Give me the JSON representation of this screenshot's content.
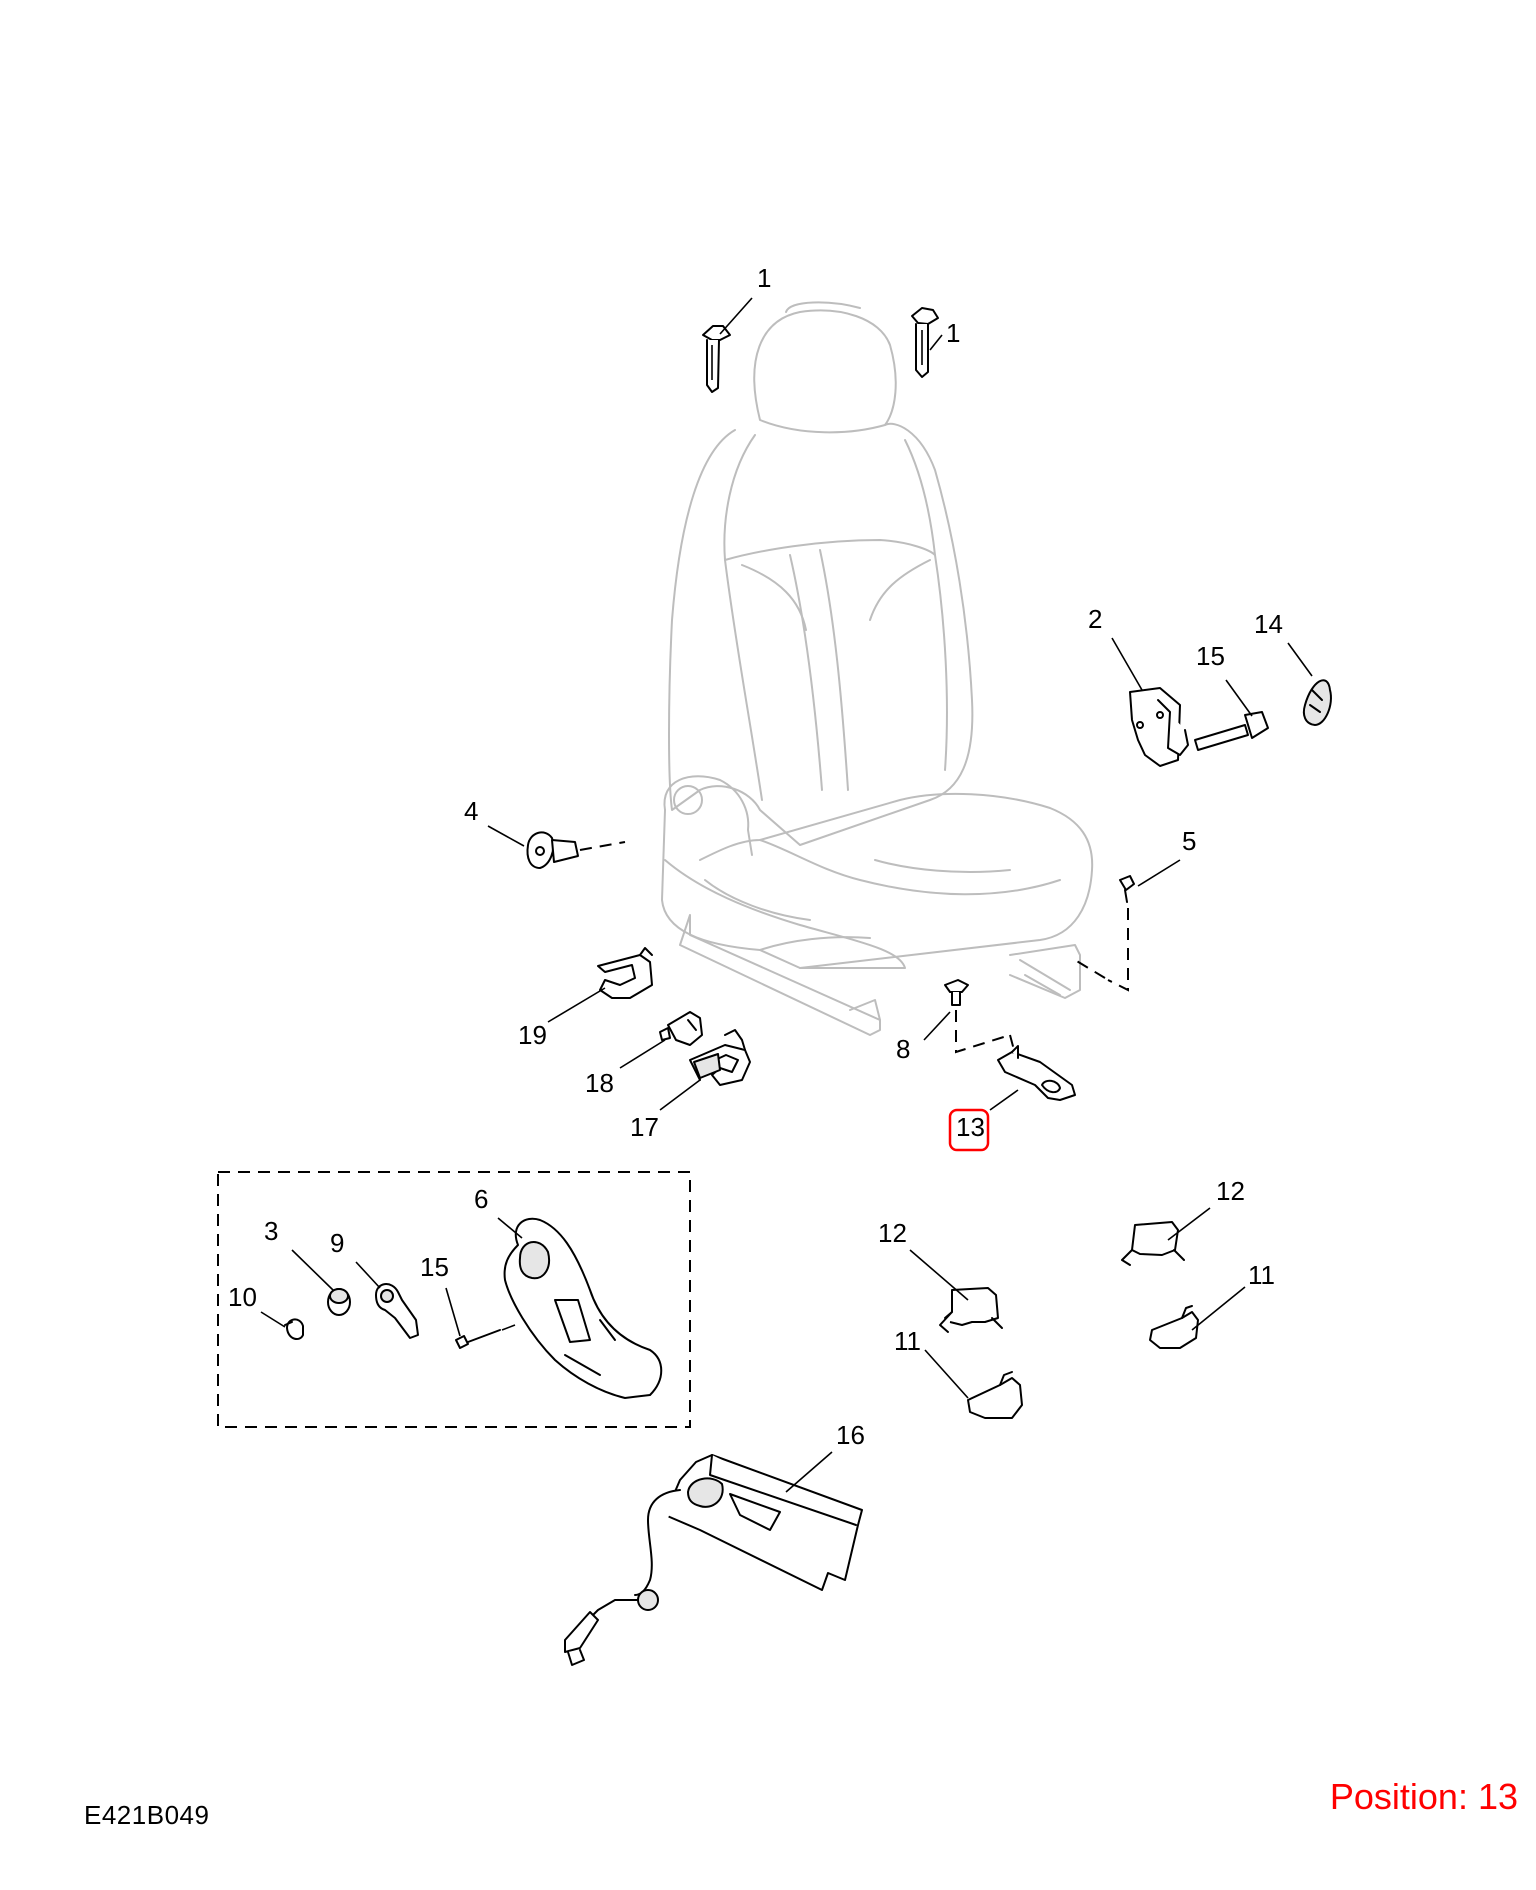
{
  "callouts": {
    "c1a": "1",
    "c1b": "1",
    "c2": "2",
    "c3": "3",
    "c4": "4",
    "c5": "5",
    "c6": "6",
    "c8": "8",
    "c9": "9",
    "c10": "10",
    "c11a": "11",
    "c11b": "11",
    "c12a": "12",
    "c12b": "12",
    "c13": "13",
    "c14": "14",
    "c15a": "15",
    "c15b": "15",
    "c16": "16",
    "c17": "17",
    "c18": "18",
    "c19": "19"
  },
  "reference_code": "E421B049",
  "position_label": "Position: 13",
  "highlighted_callout": "13",
  "colors": {
    "highlight": "#ff0000",
    "seat_outline": "#bdbdbd",
    "part_outline": "#000000"
  }
}
